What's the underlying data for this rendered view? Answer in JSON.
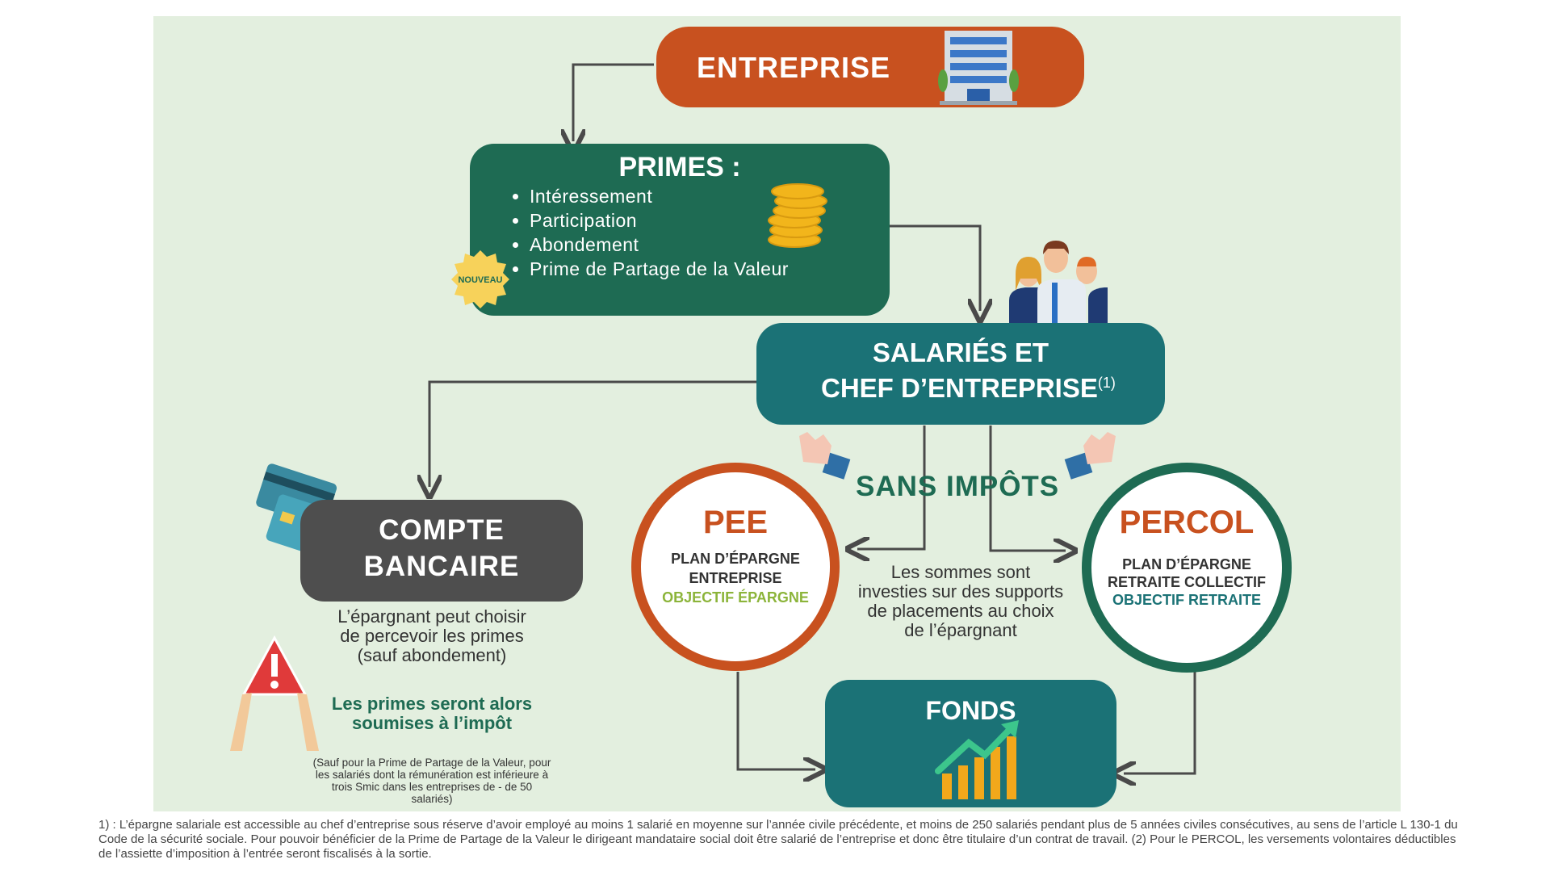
{
  "entreprise": {
    "label": "ENTREPRISE"
  },
  "primes": {
    "title": "PRIMES :",
    "items": [
      "Intéressement",
      "Participation",
      "Abondement",
      "Prime de Partage de la Valeur"
    ],
    "badge": "NOUVEAU"
  },
  "salaries": {
    "line1": "SALARIÉS ET",
    "line2": "CHEF D’ENTREPRISE",
    "note": "(1)"
  },
  "compte": {
    "line1": "COMPTE",
    "line2": "BANCAIRE",
    "desc": "L’épargnant peut choisir de percevoir les primes (sauf abondement)",
    "warning": "Les primes seront alors soumises à l’impôt",
    "exception": "(Sauf pour la Prime de Partage de la Valeur, pour les salariés dont la rémunération est inférieure à trois Smic dans les entreprises de - de 50 salariés)"
  },
  "sans_impots": "SANS IMPÔTS",
  "pee": {
    "title": "PEE",
    "line1": "PLAN D’ÉPARGNE",
    "line2": "ENTREPRISE",
    "objective": "OBJECTIF ÉPARGNE"
  },
  "percol": {
    "title": "PERCOL",
    "line1": "PLAN D’ÉPARGNE",
    "line2": "RETRAITE COLLECTIF",
    "objective": "OBJECTIF RETRAITE"
  },
  "investissement": "Les sommes sont investies sur des supports de placements au choix de l’épargnant",
  "fonds": {
    "label": "FONDS"
  },
  "footnote": "1) : L’épargne salariale est accessible au chef d’entreprise sous réserve d’avoir employé au moins 1 salarié en moyenne sur l’année civile précédente, et moins de 250 salariés pendant plus de 5 années civiles consécutives, au sens de l’article L 130-1 du Code de la sécurité sociale. Pour pouvoir bénéficier de la Prime de Partage de la Valeur le dirigeant mandataire social doit être salarié de l’entreprise et donc être titulaire d’un contrat de travail.  (2) Pour le PERCOL, les versements volontaires déductibles de l’assiette d’imposition à l’entrée seront fiscalisés à la sortie.",
  "colors": {
    "orange": "#c8511f",
    "green": "#1e6b53",
    "teal": "#1b7276",
    "grey": "#4e4e4e",
    "lime": "#8cb43a",
    "background": "#e3efdf"
  }
}
